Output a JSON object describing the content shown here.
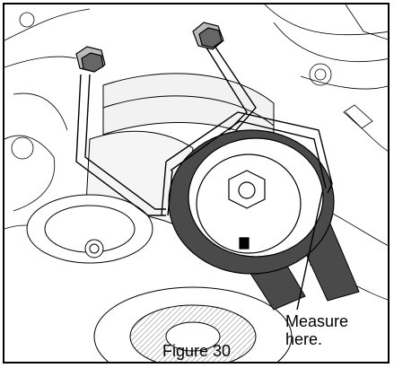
{
  "figure": {
    "caption": "Figure 30",
    "callout_line1": "Measure",
    "callout_line2": "here."
  },
  "colors": {
    "line": "#000000",
    "belt": "#4a4a4a",
    "background": "#ffffff",
    "shade": "#d8d8d8"
  }
}
